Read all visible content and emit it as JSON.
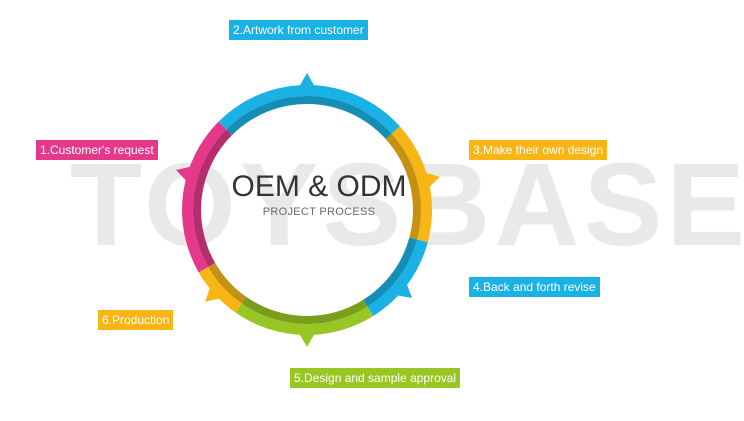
{
  "watermark": "TOYSBASE",
  "title": "OEM & ODM",
  "subtitle": "PROJECT PROCESS",
  "colors": {
    "pink": "#e4388a",
    "cyan": "#1ab1e4",
    "orange": "#f7b516",
    "green": "#98c623"
  },
  "steps": [
    {
      "label": "1.Customer's request",
      "color": "#e4388a"
    },
    {
      "label": "2.Artwork from customer",
      "color": "#1ab1e4"
    },
    {
      "label": "3.Make their own design",
      "color": "#f7b516"
    },
    {
      "label": "4.Back and forth revise",
      "color": "#1ab1e4"
    },
    {
      "label": "5.Design and sample approval",
      "color": "#98c623"
    },
    {
      "label": "6.Production",
      "color": "#f7b516"
    }
  ]
}
